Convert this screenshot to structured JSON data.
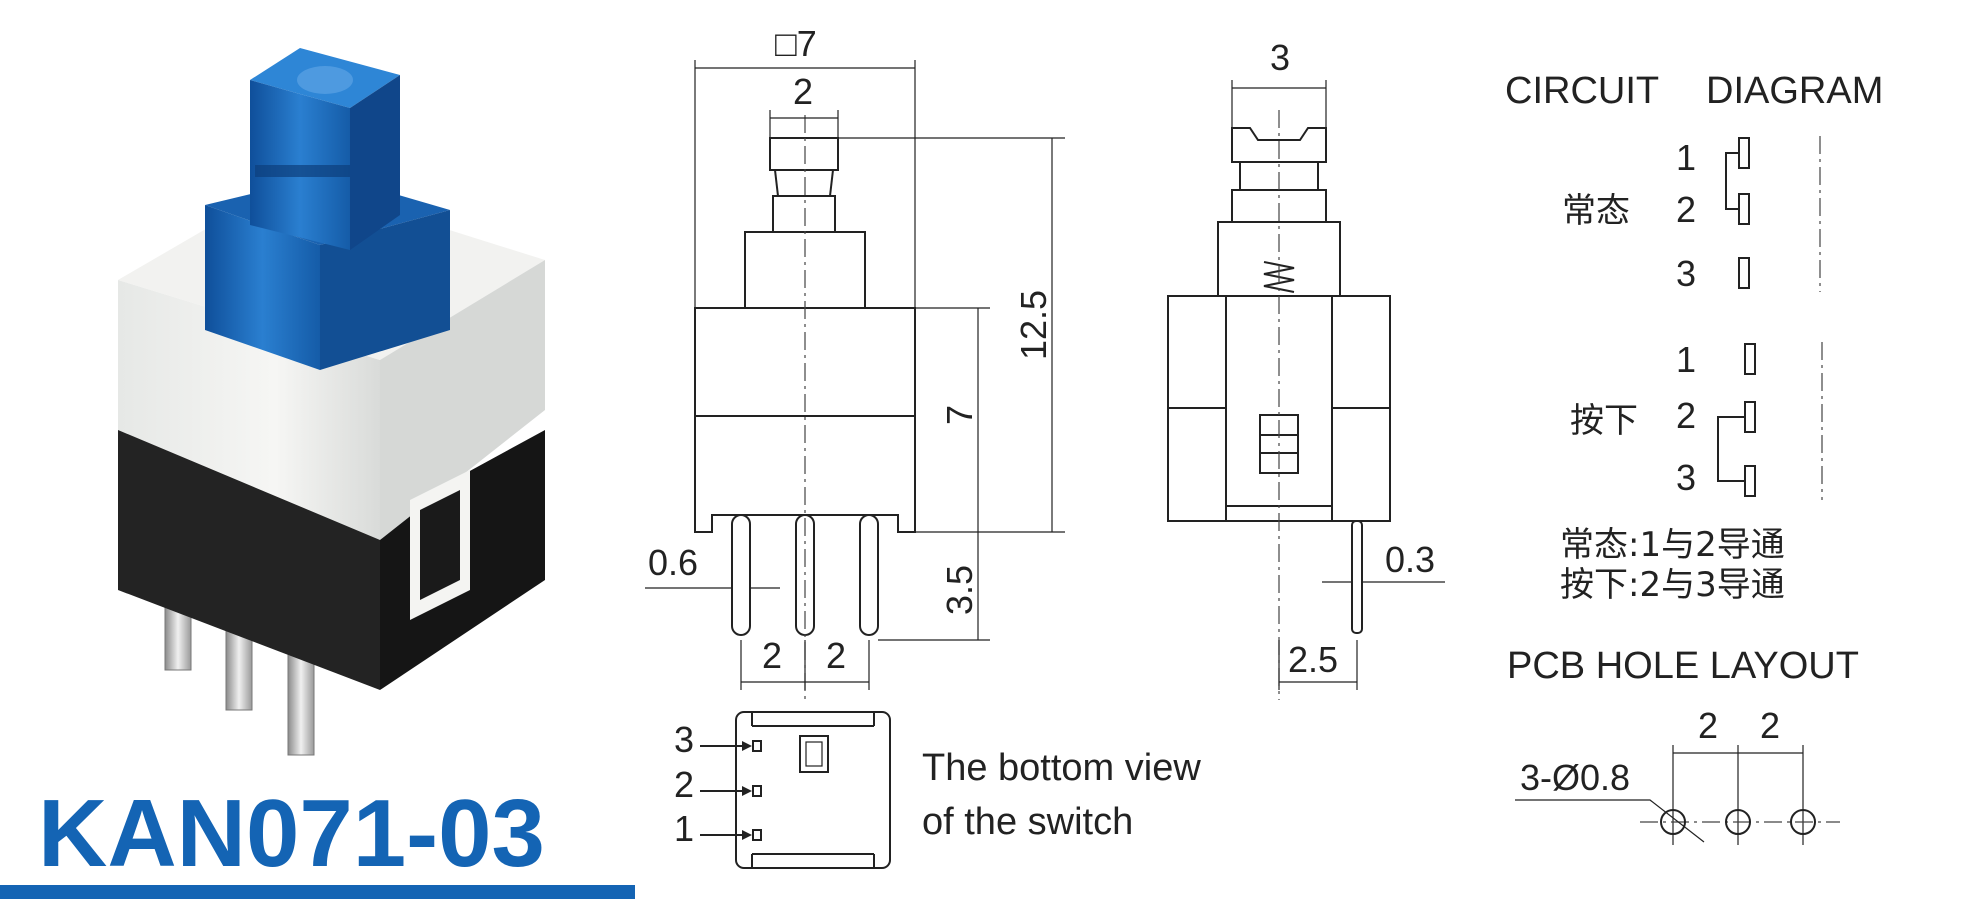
{
  "product": {
    "model": "KAN071-03",
    "accent_color": "#1464b4"
  },
  "front_view": {
    "dim_width": "□7",
    "dim_stem": "2",
    "dim_height_total": "12.5",
    "dim_body": "7",
    "dim_pin_length": "3.5",
    "dim_pin_width": "0.6",
    "dim_pitch_left": "2",
    "dim_pitch_right": "2"
  },
  "side_view": {
    "dim_top": "3",
    "dim_pin_thickness": "0.3",
    "dim_pin_offset": "2.5"
  },
  "bottom_view": {
    "pin_labels": [
      "3",
      "2",
      "1"
    ],
    "caption_line1": "The bottom view",
    "caption_line2": "of the switch"
  },
  "circuit": {
    "title_word1": "CIRCUIT",
    "title_word2": "DIAGRAM",
    "normal_label": "常态",
    "pressed_label": "按下",
    "pins": [
      "1",
      "2",
      "3"
    ],
    "note_normal": "常态:1与2导通",
    "note_pressed": "按下:2与3导通"
  },
  "pcb": {
    "title": "PCB HOLE LAYOUT",
    "hole_spec": "3-Ø0.8",
    "pitch_1": "2",
    "pitch_2": "2"
  }
}
